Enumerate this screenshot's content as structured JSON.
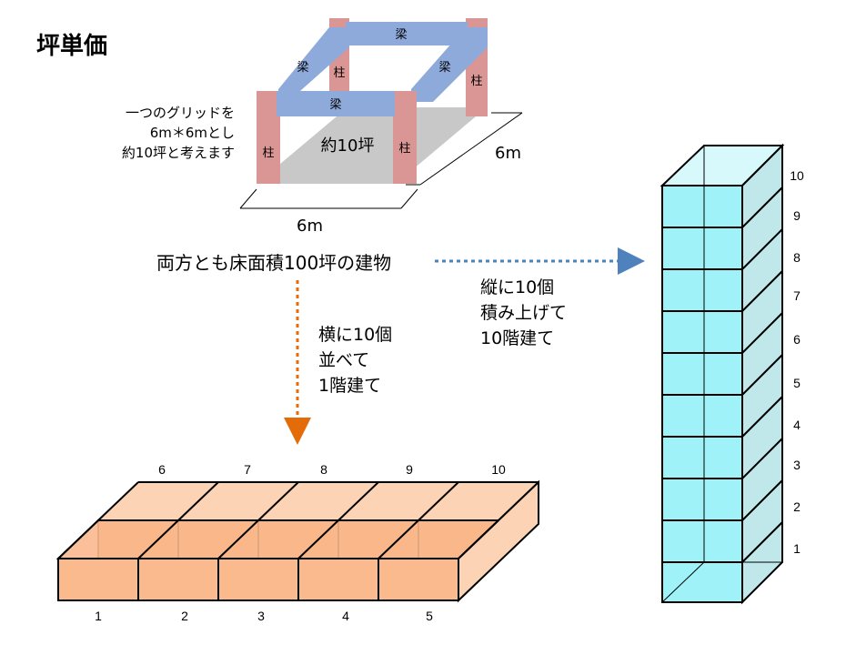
{
  "title": "坪単価",
  "grid_note": "一つのグリッドを\n6m＊6mとし\n約10坪と考えます",
  "frame": {
    "beam_label": "梁",
    "column_label": "柱",
    "area_label": "約10坪"
  },
  "dimension_width": "6m",
  "dimension_depth": "6m",
  "heading": "両方とも床面積100坪の建物",
  "horizontal_note": "横に10個\n並べて\n1階建て",
  "vertical_note": "縦に10個\n積み上げて\n10階建て",
  "horizontal_block": {
    "front_numbers": [
      "1",
      "2",
      "3",
      "4",
      "5"
    ],
    "back_numbers": [
      "6",
      "7",
      "8",
      "9",
      "10"
    ]
  },
  "tower_numbers": [
    "1",
    "2",
    "3",
    "4",
    "5",
    "6",
    "7",
    "8",
    "9",
    "10"
  ],
  "colors": {
    "beam": "#8eaadb",
    "column": "#d99694",
    "floor": "#c8c8c8",
    "orange_arrow": "#e36c09",
    "blue_arrow": "#4f81bd",
    "orange_block": "#fbb98e",
    "cyan_block": "#9ff2f8"
  }
}
